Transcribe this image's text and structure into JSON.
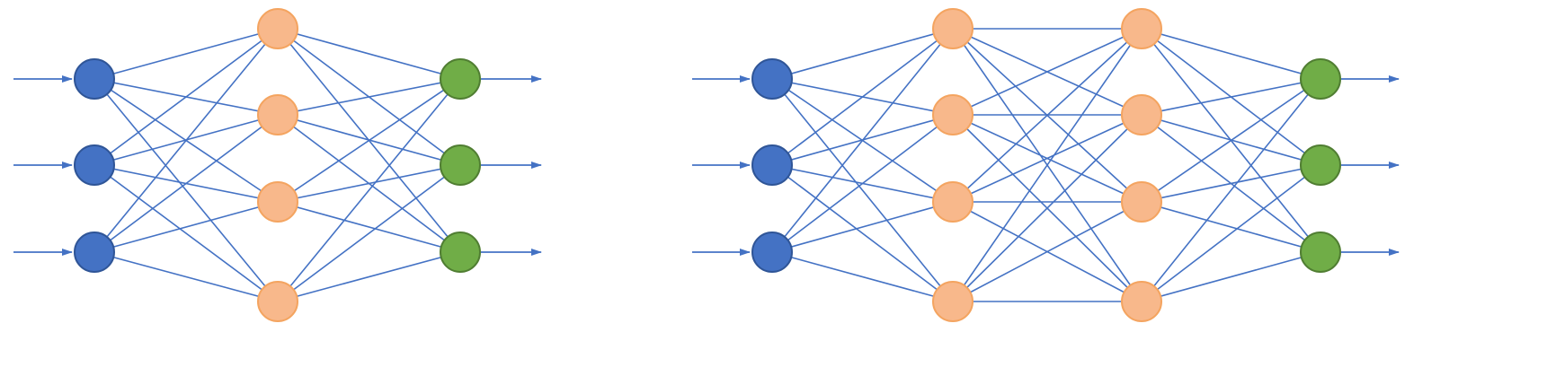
{
  "colors": {
    "edge": "#4472c4",
    "input_fill": "#4472c4",
    "input_stroke": "#2f5597",
    "hidden_fill": "#f8b88b",
    "hidden_stroke": "#f4a460",
    "output_fill": "#70ad47",
    "output_stroke": "#507e32",
    "background": "#ffffff"
  },
  "networks": [
    {
      "id": "shallow",
      "name": "network-single-hidden-layer",
      "layers": [
        {
          "role": "input",
          "size": 3
        },
        {
          "role": "hidden",
          "size": 4
        },
        {
          "role": "output",
          "size": 3
        }
      ],
      "fully_connected": true,
      "input_arrows": true,
      "output_arrows": true
    },
    {
      "id": "deep",
      "name": "network-two-hidden-layers",
      "layers": [
        {
          "role": "input",
          "size": 3
        },
        {
          "role": "hidden",
          "size": 4
        },
        {
          "role": "hidden",
          "size": 4
        },
        {
          "role": "output",
          "size": 3
        }
      ],
      "fully_connected": true,
      "input_arrows": true,
      "output_arrows": true
    }
  ]
}
